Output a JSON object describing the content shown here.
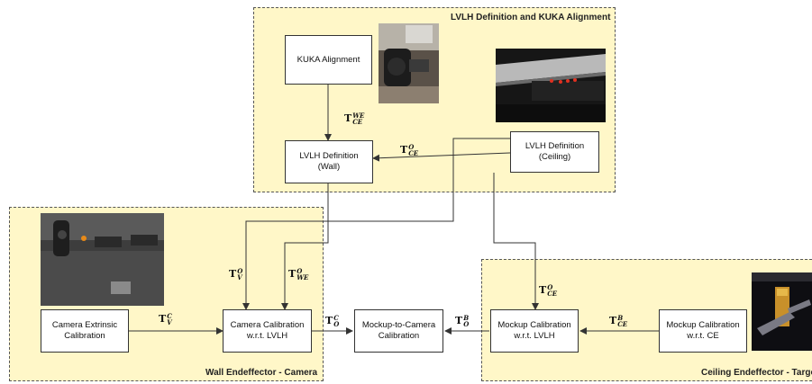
{
  "regions": {
    "top": {
      "title": "LVLH Definition and KUKA Alignment"
    },
    "left": {
      "title": "Wall Endeffector - Camera"
    },
    "right": {
      "title": "Ceiling Endeffector - Targe"
    }
  },
  "nodes": {
    "kuka_alignment": "KUKA Alignment",
    "lvlh_wall": "LVLH Definition\n(Wall)",
    "lvlh_ceiling": "LVLH Definition\n(Ceiling)",
    "camera_extrinsic": "Camera Extrinsic\nCalibration",
    "camera_calibration": "Camera Calibration\nw.r.t. LVLH",
    "mockup_to_camera": "Mockup-to-Camera\nCalibration",
    "mockup_lvlh": "Mockup Calibration\nw.r.t. LVLH",
    "mockup_ce": "Mockup Calibration\nw.r.t. CE"
  },
  "edge_labels": {
    "t_ce_we": {
      "base": "T",
      "sup": "WE",
      "sub": "CE"
    },
    "t_ce_o_top": {
      "base": "T",
      "sup": "O",
      "sub": "CE"
    },
    "t_v_o": {
      "base": "T",
      "sup": "O",
      "sub": "V"
    },
    "t_we_o": {
      "base": "T",
      "sup": "O",
      "sub": "WE"
    },
    "t_v_c": {
      "base": "T",
      "sup": "C",
      "sub": "V"
    },
    "t_o_c": {
      "base": "T",
      "sup": "C",
      "sub": "O"
    },
    "t_o_b": {
      "base": "T",
      "sup": "B",
      "sub": "O"
    },
    "t_ce_o_right": {
      "base": "T",
      "sup": "O",
      "sub": "CE"
    },
    "t_ce_b": {
      "base": "T",
      "sup": "B",
      "sub": "CE"
    }
  },
  "colors": {
    "region_fill": "#fff7c8",
    "line": "#333333"
  }
}
